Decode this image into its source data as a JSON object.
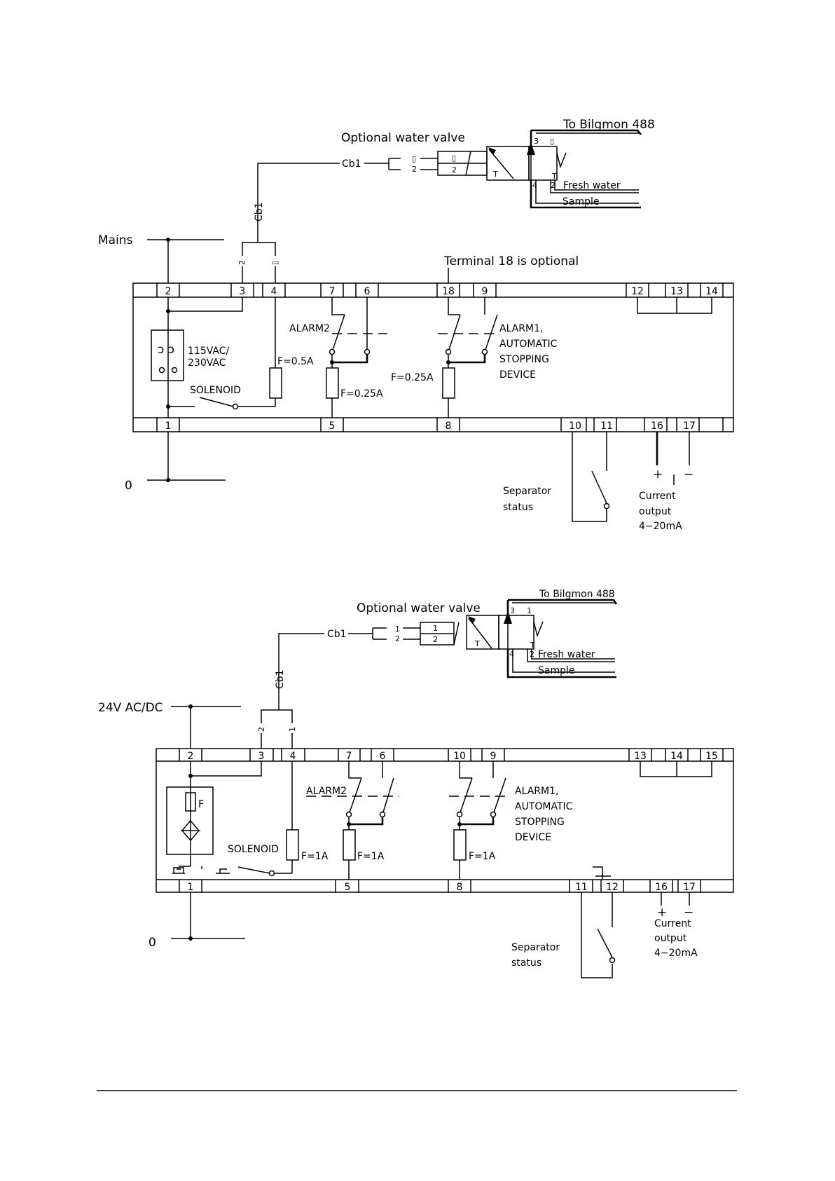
{
  "diagram1": {
    "valve_title": "Optional water valve",
    "to_bilgmon": "To Bilgmon 488",
    "fresh_water": "Fresh water",
    "sample": "Sample",
    "cable": "Cb1",
    "mains": "Mains",
    "zero": "0",
    "note18": "Terminal 18 is optional",
    "top_terminals": [
      "2",
      "3",
      "4",
      "7",
      "6",
      "18",
      "9",
      "12",
      "13",
      "14"
    ],
    "bottom_terminals": [
      "1",
      "5",
      "8",
      "10",
      "11",
      "16",
      "17"
    ],
    "supply": "115VAC/\n230VAC",
    "solenoid": "SOLENOID",
    "fuse_main": "F=0.5A",
    "fuse_alarm2": "F=0.25A",
    "fuse_alarm1": "F=0.25A",
    "alarm2": "ALARM2",
    "alarm1": "ALARM1,\nAUTOMATIC\nSTOPPING\nDEVICE",
    "separator": "Separator\nstatus",
    "current": "Current\noutput\n4−20mA",
    "plus": "+",
    "minus": "−",
    "pin_a": "2",
    "pin_b": "▯",
    "valve_ports": [
      "3",
      "▯",
      "4",
      "2",
      "▯",
      "2"
    ]
  },
  "diagram2": {
    "valve_title": "Optional water valve",
    "to_bilgmon": "To Bilgmon 488",
    "fresh_water": "Fresh water",
    "sample": "Sample",
    "cable": "Cb1",
    "supply_label": "24V AC/DC",
    "zero": "0",
    "top_terminals": [
      "2",
      "3",
      "4",
      "7",
      "6",
      "10",
      "9",
      "13",
      "14",
      "15"
    ],
    "bottom_terminals": [
      "1",
      "5",
      "8",
      "11",
      "12",
      "16",
      "17"
    ],
    "fuse_label": "F",
    "solenoid": "SOLENOID",
    "fuse_main": "F=1A",
    "fuse_alarm2": "F=1A",
    "fuse_alarm1": "F=1A",
    "alarm2": "ALARM2",
    "alarm1": "ALARM1,\nAUTOMATIC\nSTOPPING\nDEVICE",
    "separator": "Separator\nstatus",
    "current": "Current\noutput\n4−20mA",
    "plus": "+",
    "minus": "−",
    "pin_a": "2",
    "pin_b": "1",
    "valve_ports": [
      "3",
      "1",
      "4",
      "2",
      "1",
      "2"
    ]
  }
}
